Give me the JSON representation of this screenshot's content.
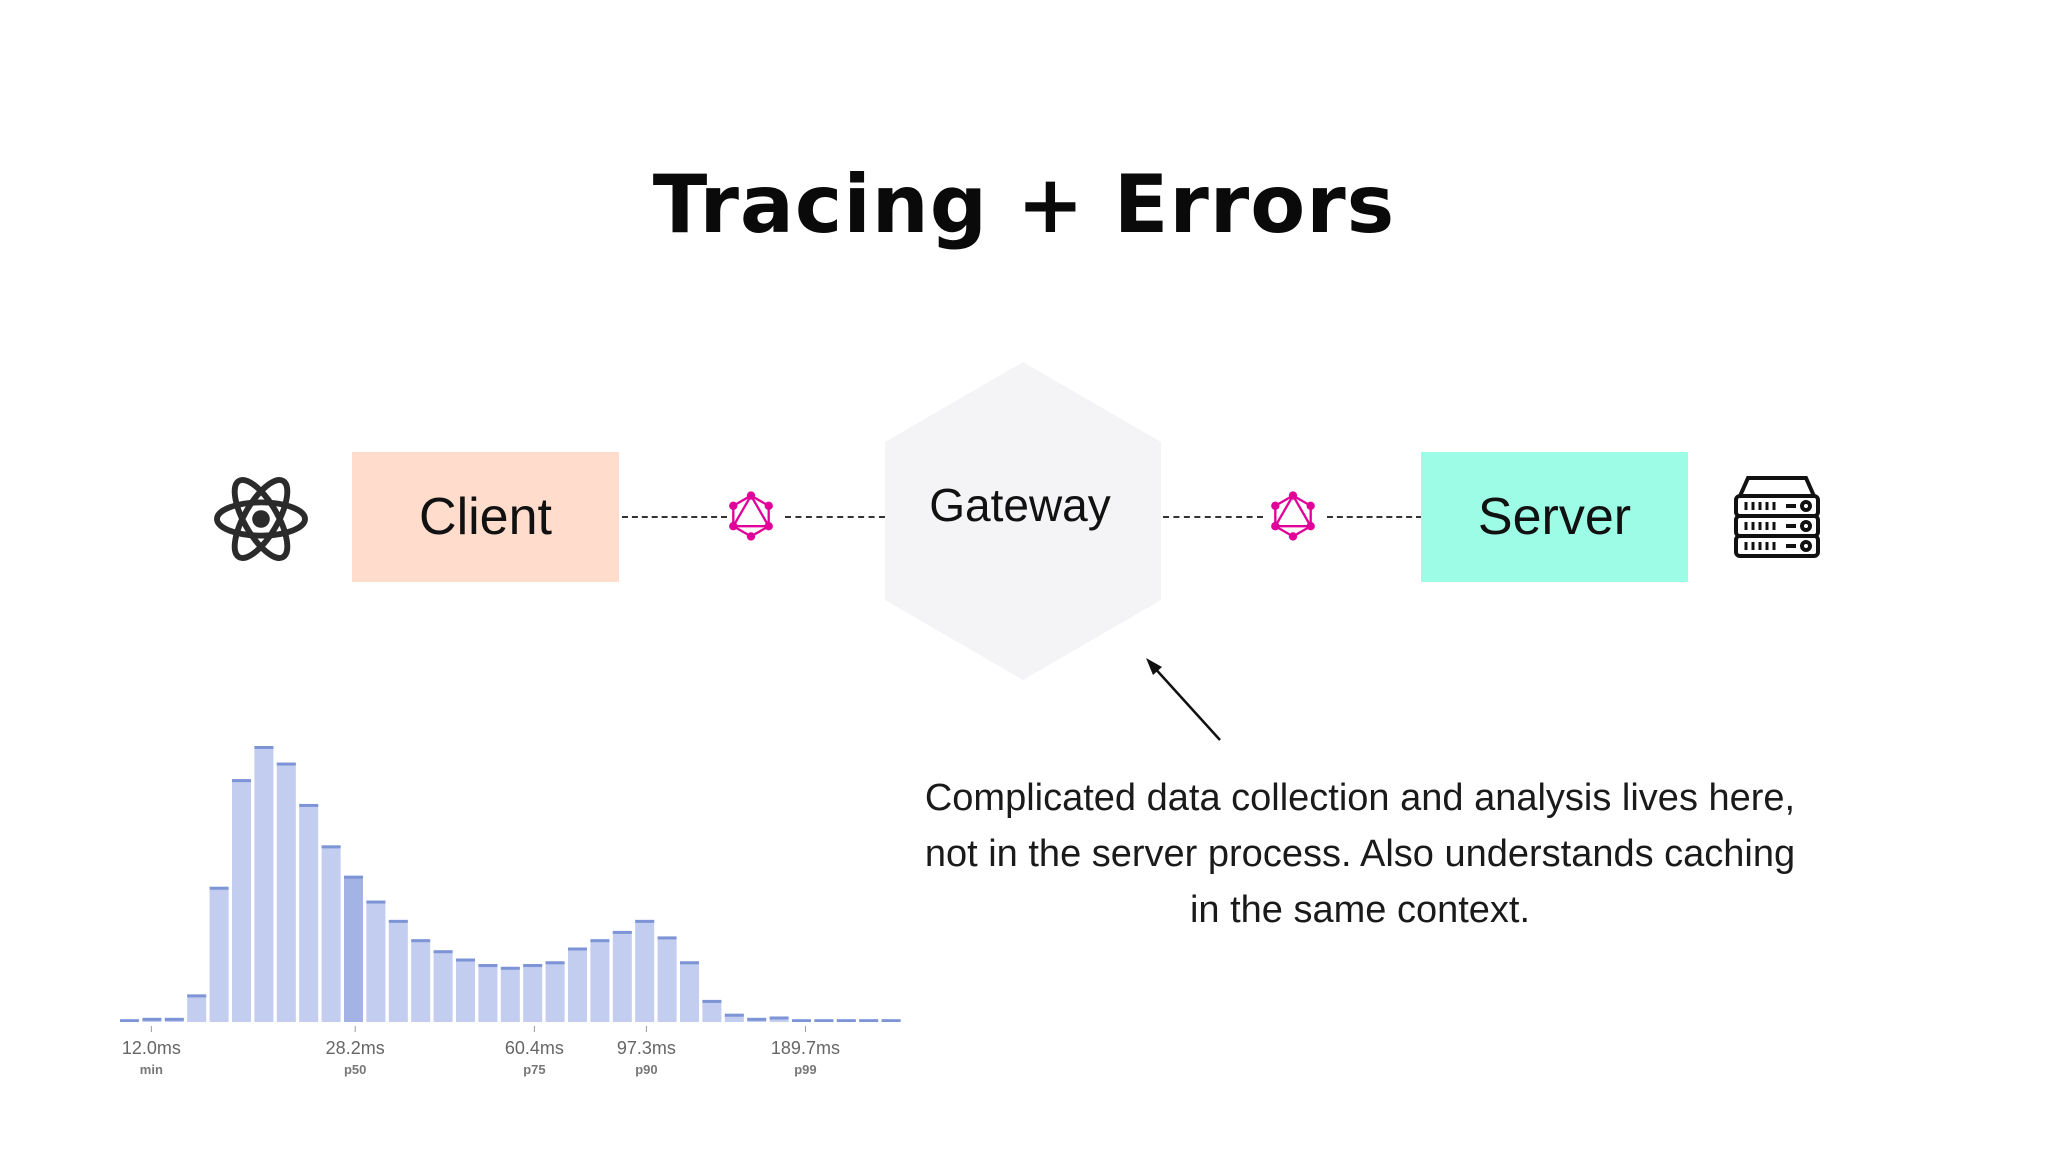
{
  "title": "Tracing + Errors",
  "diagram": {
    "client_label": "Client",
    "gateway_label": "Gateway",
    "server_label": "Server",
    "colors": {
      "client": "#ffdccb",
      "server": "#9dfce6",
      "gateway": "#f4f4f6",
      "graphql": "#e10098"
    },
    "icons": {
      "client_icon": "react-icon",
      "link_icon": "graphql-icon",
      "server_icon": "server-rack-icon"
    }
  },
  "note": "Complicated data collection and analysis lives here, not in the server process. Also understands caching in the same context.",
  "chart_data": {
    "type": "bar",
    "values": [
      1,
      1.5,
      1.5,
      10,
      49,
      88,
      100,
      94,
      79,
      64,
      53,
      44,
      37,
      30,
      26,
      23,
      21,
      20,
      21,
      22,
      27,
      30,
      33,
      37,
      31,
      22,
      8,
      3,
      1.5,
      2,
      1,
      1,
      1,
      1,
      1
    ],
    "highlight_index": 10,
    "ticks": [
      {
        "value": "12.0ms",
        "sub": "min",
        "bin": 1.4
      },
      {
        "value": "28.2ms",
        "sub": "p50",
        "bin": 10.5
      },
      {
        "value": "60.4ms",
        "sub": "p75",
        "bin": 18.5
      },
      {
        "value": "97.3ms",
        "sub": "p90",
        "bin": 23.5
      },
      {
        "value": "189.7ms",
        "sub": "p99",
        "bin": 30.6
      }
    ],
    "colors": {
      "bar": "#c2cdef",
      "bar_top": "#7d95d6",
      "highlight": "#a3b3e6"
    }
  }
}
